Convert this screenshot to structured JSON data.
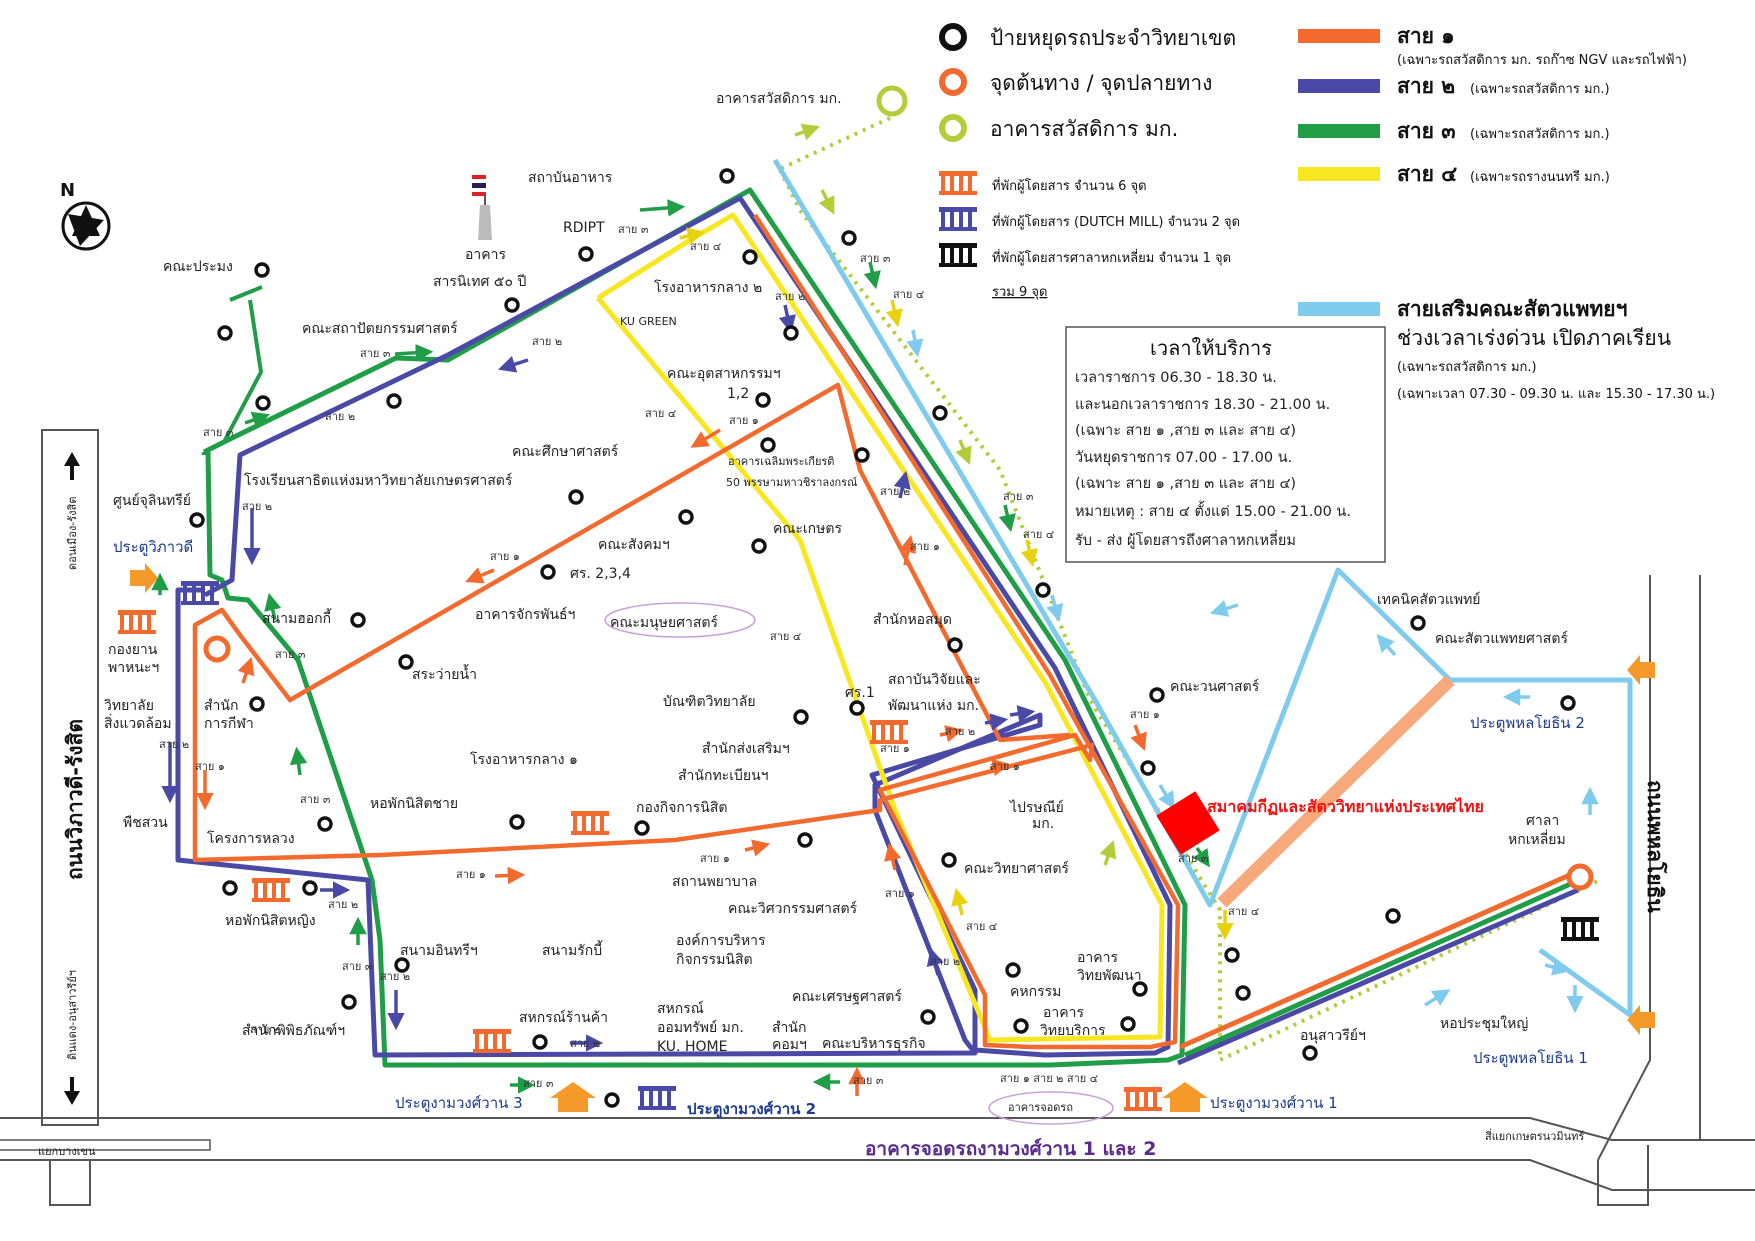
{
  "legend": {
    "stop": "ป้ายหยุดรถประจำวิทยาเขต",
    "terminal": "จุดต้นทาง / จุดปลายทาง",
    "welfare": "อาคารสวัสดิการ มก.",
    "shelter_red": "ที่พักผู้โดยสาร จำนวน 6 จุด",
    "shelter_blue": "ที่พักผู้โดยสาร (DUTCH MILL) จำนวน 2 จุด",
    "shelter_black": "ที่พักผู้โดยสารศาลาหกเหลี่ยม จำนวน 1 จุด",
    "total": "รวม 9 จุด",
    "lines": [
      {
        "name": "สาย ๑",
        "note": "(เฉพาะรถสวัสดิการ มก. รถก๊าซ NGV และรถไฟฟ้า)",
        "color": "#f26a2e"
      },
      {
        "name": "สาย ๒",
        "note": "(เฉพาะรถสวัสดิการ มก.)",
        "color": "#4a4aa6"
      },
      {
        "name": "สาย ๓",
        "note": "(เฉพาะรถสวัสดิการ มก.)",
        "color": "#1f9d47"
      },
      {
        "name": "สาย ๔",
        "note": "(เฉพาะรถรางนนทรี มก.)",
        "color": "#f7e620"
      }
    ],
    "extra_line": {
      "name": "สายเสริมคณะสัตวแพทยฯ",
      "subtitle": "ช่วงเวลาเร่งด่วน เปิดภาคเรียน",
      "note1": "(เฉพาะรถสวัสดิการ มก.)",
      "note2": "(เฉพาะเวลา 07.30 - 09.30 น. และ 15.30 - 17.30 น.)",
      "color": "#7fcbee"
    }
  },
  "hours": {
    "title": "เวลาให้บริการ",
    "lines": [
      "เวลาราชการ 06.30 - 18.30 น.",
      "และนอกเวลาราชการ 18.30 - 21.00 น.",
      "(เฉพาะ สาย ๑ ,สาย ๓ และ สาย ๔)",
      "วันหยุดราชการ 07.00 - 17.00 น.",
      "(เฉพาะ สาย ๑ ,สาย ๓ และ สาย ๔)",
      "หมายเหตุ : สาย ๔ ตั้งแต่ 15.00 - 21.00 น.",
      "รับ - ส่ง ผู้โดยสารถึงศาลาหกเหลี่ยม"
    ]
  },
  "compass": "N",
  "roads": {
    "left": "ถนนวิภาวดี-รังสิต",
    "right": "ถนนพหลโยธิน",
    "left_top": "ดอนเมือง-รังสิต",
    "left_bottom": "ดินแดง-อนุสาวรีย์ฯ",
    "bottom_left": "แยกบางเขน",
    "bottom_right": "สี่แยกเกษตรนวมินทร์"
  },
  "highlight": "สมาคมกีฏและสัตววิทยาแห่งประเทศไทย",
  "parking_caption": "อาคารจอดรถงามวงศ์วาน 1 และ 2",
  "gates": {
    "vibhavadi": "ประตูวิภาวดี",
    "ngam3": "ประตูงามวงศ์วาน 3",
    "ngam2": "ประตูงามวงศ์วาน 2",
    "ngam1": "ประตูงามวงศ์วาน 1",
    "phahon1": "ประตูพหลโยธิน 1",
    "phahon2": "ประตูพหลโยธิน 2"
  },
  "places": {
    "welfare_bldg": "อาคารสวัสดิการ มก.",
    "food_inst": "สถาบันอาหาร",
    "rdipt": "RDIPT",
    "bldg50_a": "อาคาร",
    "bldg50_b": "สารนิเทศ ๕๐ ปี",
    "fishery": "คณะประมง",
    "architecture": "คณะสถาปัตยกรรมศาสตร์",
    "canteen2": "โรงอาหารกลาง ๒",
    "ku_green": "KU GREEN",
    "agro_ind": "คณะอุตสาหกรรมฯ",
    "agro_ind_b": "1,2",
    "chalerm": "อาคารเฉลิมพระเกียรติ",
    "chalerm_b": "50 พรรษามหาวชิราลงกรณ์",
    "education": "คณะศึกษาศาสตร์",
    "demo_school": "โรงเรียนสาธิตแห่งมหาวิทยาลัยเกษตรศาสตร์",
    "jurin": "ศูนย์จุลินทรีย์",
    "social": "คณะสังคมฯ",
    "sor": "ศร. 2,3,4",
    "agriculture": "คณะเกษตร",
    "jakrapan": "อาคารจักรพันธ์ฯ",
    "humanities": "คณะมนุษยศาสตร์",
    "library": "สำนักหอสมุด",
    "hockey": "สนามฮอกกี้",
    "pool": "สระว่ายน้ำ",
    "forestry": "คณะวนศาสตร์",
    "vet_tech": "เทคนิคสัตวแพทย์",
    "vet": "คณะสัตวแพทยศาสตร์",
    "kaset_dept": "กองยาน",
    "kaset_dept_b": "พาหนะฯ",
    "sport": "สำนัก",
    "sport_b": "การกีฬา",
    "env": "วิทยาลัย",
    "env_b": "สิ่งแวดล้อม",
    "garden": "พืชสวน",
    "royal": "โครงการหลวง",
    "grad": "บัณฑิตวิทยาลัย",
    "research": "สถาบันวิจัยและ",
    "research_b": "พัฒนาแห่ง มก.",
    "sor1": "ศร.1",
    "ext": "สำนักส่งเสริมฯ",
    "registrar": "สำนักทะเบียนฯ",
    "canteen1": "โรงอาหารกลาง ๑",
    "men_dorm": "หอพักนิสิตชาย",
    "student_aff": "กองกิจการนิสิต",
    "post": "ไปรษณีย์",
    "post_b": "มก.",
    "science": "คณะวิทยาศาสตร์",
    "infirmary": "สถานพยาบาล",
    "engineering": "คณะวิศวกรรมศาสตร์",
    "women_dorm": "หอพักนิสิตหญิง",
    "inthree": "สนามอินทรีฯ",
    "rugby": "สนามรักบี้",
    "org": "องค์การบริหาร",
    "org_b": "กิจกรรมนิสิต",
    "economics": "คณะเศรษฐศาสตร์",
    "dev_bldg": "อาคาร",
    "dev_bldg_b": "วิทยพัฒนา",
    "kohakam": "คหกรรม",
    "service": "อาคาร",
    "service_b": "วิทยบริการ",
    "museum": "สำนักพิพิธภัณฑ์ฯ",
    "coop_shop": "สหกรณ์ร้านค้า",
    "coop_sav": "สหกรณ์",
    "coop_sav_b": "ออมทรัพย์ มก.",
    "ku_home": "KU. HOME",
    "computer": "สำนัก",
    "computer_b": "คอมฯ",
    "business": "คณะบริหารธุรกิจ",
    "monument": "อนุสาวรีย์ฯ",
    "auditorium": "หอประชุมใหญ่",
    "sala": "ศาลา",
    "sala_b": "หกเหลี่ยม",
    "parking": "อาคารจอดรถ"
  },
  "tags": {
    "l1": "สาย ๑",
    "l2": "สาย ๒",
    "l3": "สาย ๓",
    "l4": "สาย ๔",
    "bottom_combo": "สาย ๑  สาย ๒  สาย ๔"
  }
}
